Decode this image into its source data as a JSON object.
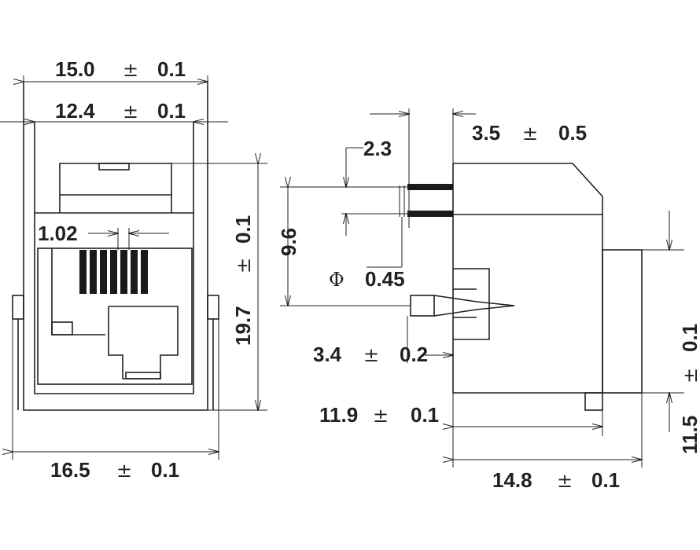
{
  "front_view": {
    "overall_width": "15.0",
    "body_width": "12.4",
    "height": "19.7",
    "base_width": "16.5",
    "contact_pitch": "1.02",
    "tolerance_0_1": "0.1",
    "pm_symbol": "±"
  },
  "side_view": {
    "top_offset": "3.5",
    "top_offset_tol": "0.5",
    "contact_spacing": "2.3",
    "peg_height": "9.6",
    "pin_dia_symbol": "Φ",
    "pin_dia": "0.45",
    "pin_length": "3.4",
    "pin_length_tol": "0.2",
    "body_length": "11.9",
    "body_length_tol": "0.1",
    "overall_length": "14.8",
    "overall_length_tol": "0.1",
    "side_height": "11.5",
    "side_height_tol": "0.1",
    "pm_symbol": "±"
  },
  "colors": {
    "line": "#231f20",
    "fill": "#1a1a1a",
    "background": "#ffffff"
  }
}
